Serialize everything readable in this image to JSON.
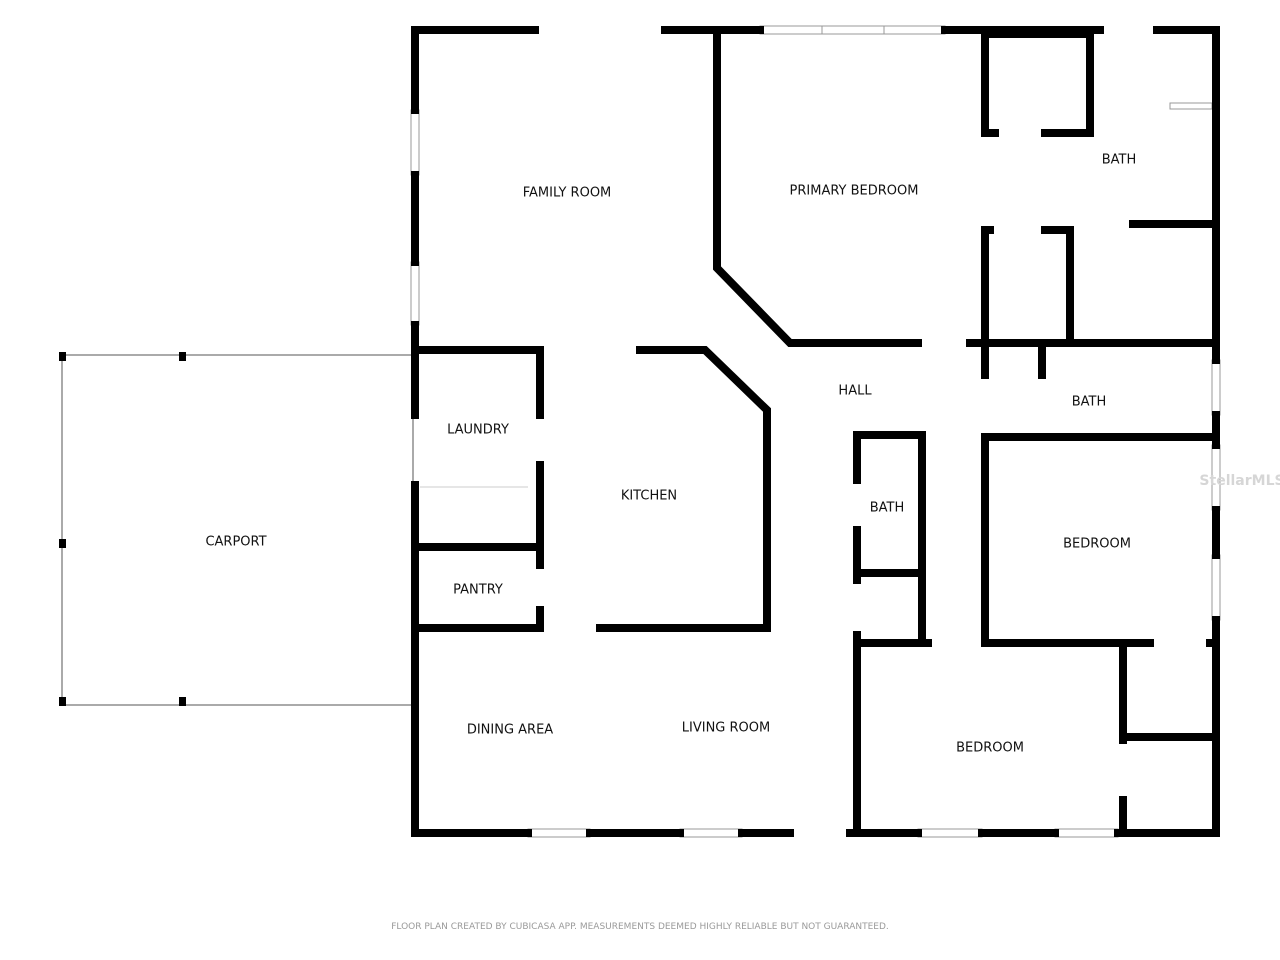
{
  "rooms": {
    "family_room": "FAMILY ROOM",
    "primary_bedroom": "PRIMARY BEDROOM",
    "primary_bath": "BATH",
    "hall": "HALL",
    "bath_2": "BATH",
    "laundry": "LAUNDRY",
    "kitchen": "KITCHEN",
    "hall_bath": "BATH",
    "bedroom_1": "BEDROOM",
    "pantry": "PANTRY",
    "carport": "CARPORT",
    "dining_area": "DINING AREA",
    "living_room": "LIVING ROOM",
    "bedroom_2": "BEDROOM"
  },
  "footer": "FLOOR PLAN CREATED BY CUBICASA APP. MEASUREMENTS DEEMED HIGHLY RELIABLE BUT NOT GUARANTEED.",
  "watermark": "StellarMLS",
  "colors": {
    "wall": "#000000",
    "window": "#bbbbbb",
    "footer": "#9a9a9a"
  }
}
